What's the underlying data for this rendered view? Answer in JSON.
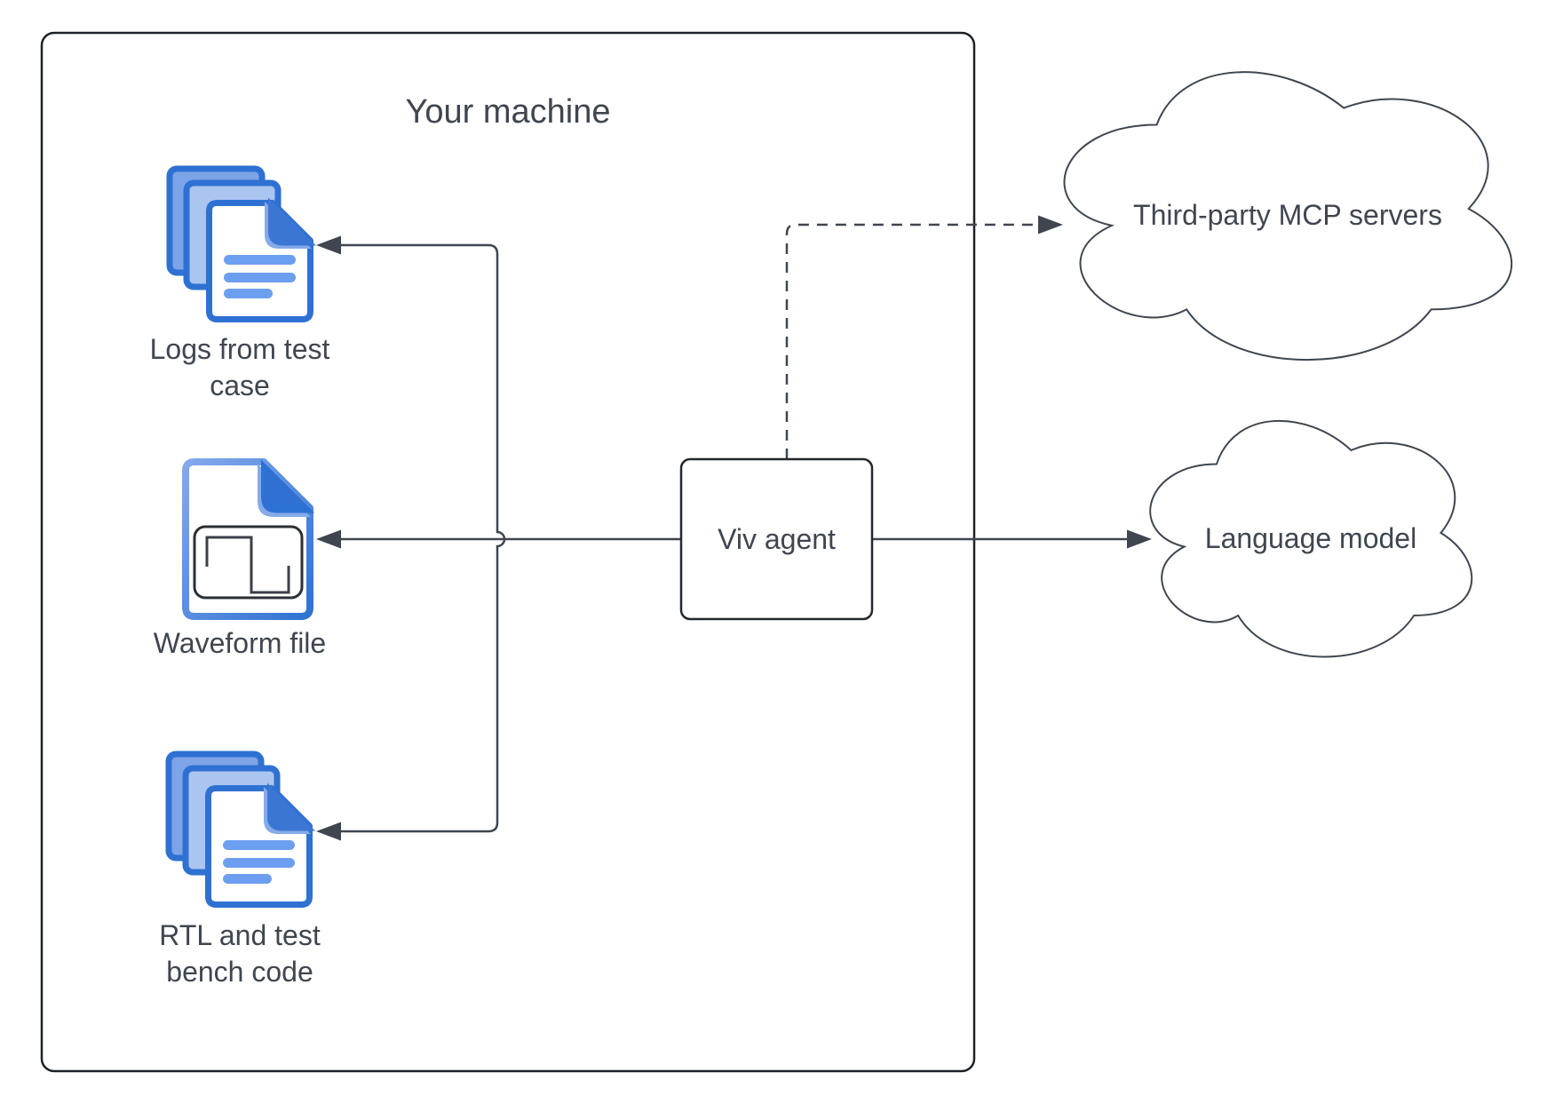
{
  "machine": {
    "title": "Your machine",
    "logs": {
      "line1": "Logs from test",
      "line2": "case"
    },
    "waveform": {
      "label": "Waveform file"
    },
    "rtl": {
      "line1": "RTL and test",
      "line2": "bench code"
    },
    "agent": {
      "label": "Viv agent"
    }
  },
  "external": {
    "mcp": {
      "label": "Third-party MCP servers"
    },
    "language_model": {
      "label": "Language model"
    }
  },
  "icons": [
    "document-stack-icon",
    "waveform-file-icon",
    "document-stack-icon"
  ],
  "colors": {
    "accent_blue": "#2e71d2",
    "mid_blue": "#3b76d4",
    "light_blue": "#85abe9",
    "doc_back_fill": "#7da4e8",
    "doc_mid_fill": "#abc5f1",
    "bar_blue": "#6d9ff0",
    "line": "#3f4650",
    "text": "#3f4650",
    "machine_border": "#1c2127",
    "node_border": "#23282f",
    "background": "#ffffff"
  }
}
